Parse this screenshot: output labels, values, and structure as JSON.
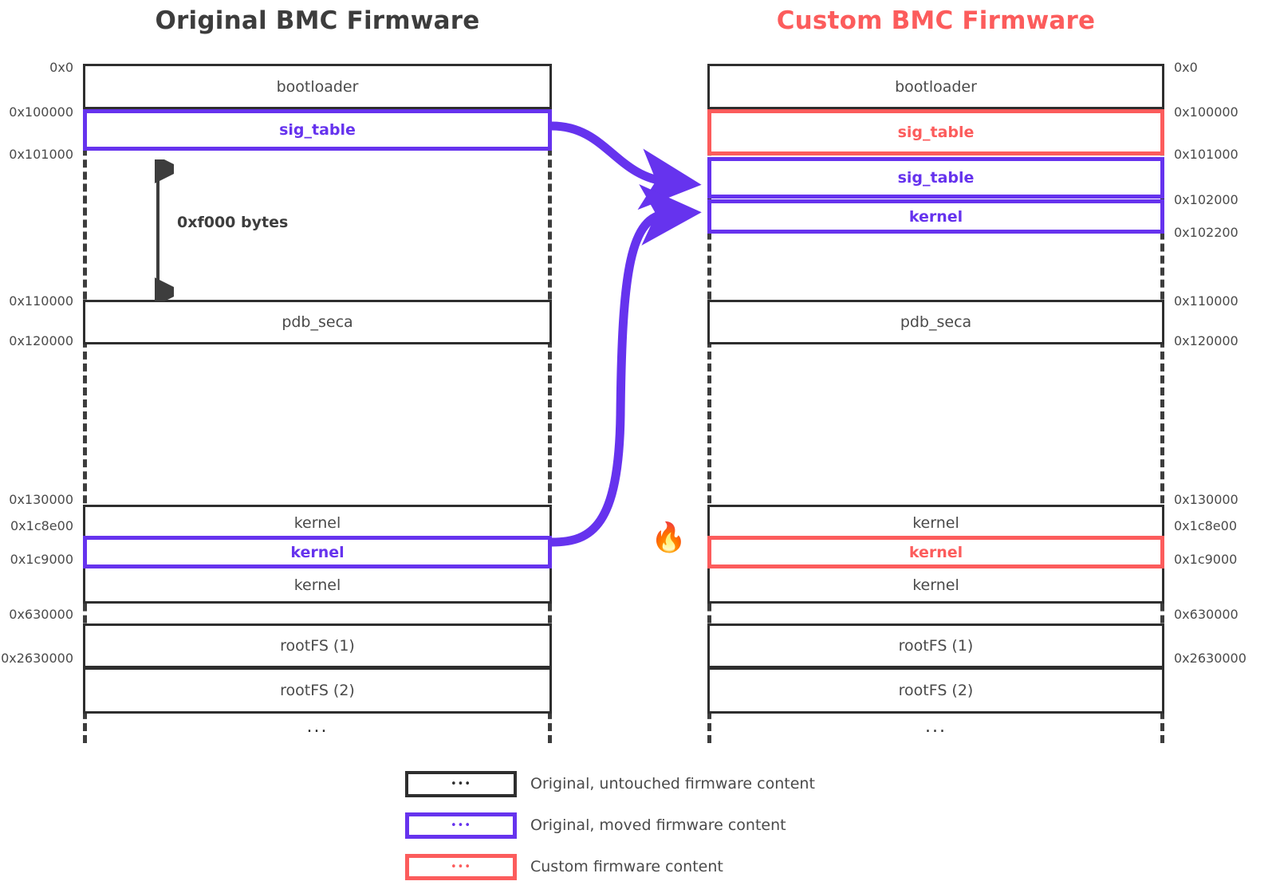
{
  "columns": {
    "left": {
      "title": "Original BMC Firmware",
      "title_color": "#3d3d3d",
      "blocks": [
        {
          "label": "bootloader",
          "kind": "plain"
        },
        {
          "label": "sig_table",
          "kind": "moved"
        },
        {
          "label": "pdb_seca",
          "kind": "plain"
        },
        {
          "label": "kernel",
          "kind": "plain"
        },
        {
          "label": "kernel",
          "kind": "moved"
        },
        {
          "label": "kernel",
          "kind": "plain"
        },
        {
          "label": "rootFS (1)",
          "kind": "plain"
        },
        {
          "label": "rootFS (2)",
          "kind": "plain"
        },
        {
          "label": "...",
          "kind": "dots"
        }
      ],
      "addresses": [
        "0x0",
        "0x100000",
        "0x101000",
        "0x110000",
        "0x120000",
        "0x130000",
        "0x1c8e00",
        "0x1c9000",
        "0x630000",
        "0x2630000"
      ]
    },
    "right": {
      "title": "Custom BMC Firmware",
      "title_color": "#fc5c5c",
      "blocks": [
        {
          "label": "bootloader",
          "kind": "plain"
        },
        {
          "label": "sig_table",
          "kind": "custom"
        },
        {
          "label": "sig_table",
          "kind": "moved"
        },
        {
          "label": "kernel",
          "kind": "moved"
        },
        {
          "label": "pdb_seca",
          "kind": "plain"
        },
        {
          "label": "kernel",
          "kind": "plain"
        },
        {
          "label": "kernel",
          "kind": "custom"
        },
        {
          "label": "kernel",
          "kind": "plain"
        },
        {
          "label": "rootFS (1)",
          "kind": "plain"
        },
        {
          "label": "rootFS (2)",
          "kind": "plain"
        },
        {
          "label": "...",
          "kind": "dots"
        }
      ],
      "addresses": [
        "0x0",
        "0x100000",
        "0x101000",
        "0x102000",
        "0x102200",
        "0x110000",
        "0x120000",
        "0x130000",
        "0x1c8e00",
        "0x1c9000",
        "0x630000",
        "0x2630000"
      ]
    }
  },
  "measure": {
    "label": "0xf000 bytes"
  },
  "fire": {
    "glyph": "🔥"
  },
  "legend": {
    "rows": [
      {
        "dots": "•••",
        "label": "Original, untouched firmware content",
        "color": "#2e2e2e"
      },
      {
        "dots": "•••",
        "label": "Original, moved firmware content",
        "color": "#6633ee"
      },
      {
        "dots": "•••",
        "label": "Custom firmware content",
        "color": "#fc5c5c"
      }
    ]
  },
  "colors": {
    "moved": "#6633ee",
    "custom": "#fc5c5c",
    "plain": "#2e2e2e",
    "text": "#4a4a4a"
  }
}
